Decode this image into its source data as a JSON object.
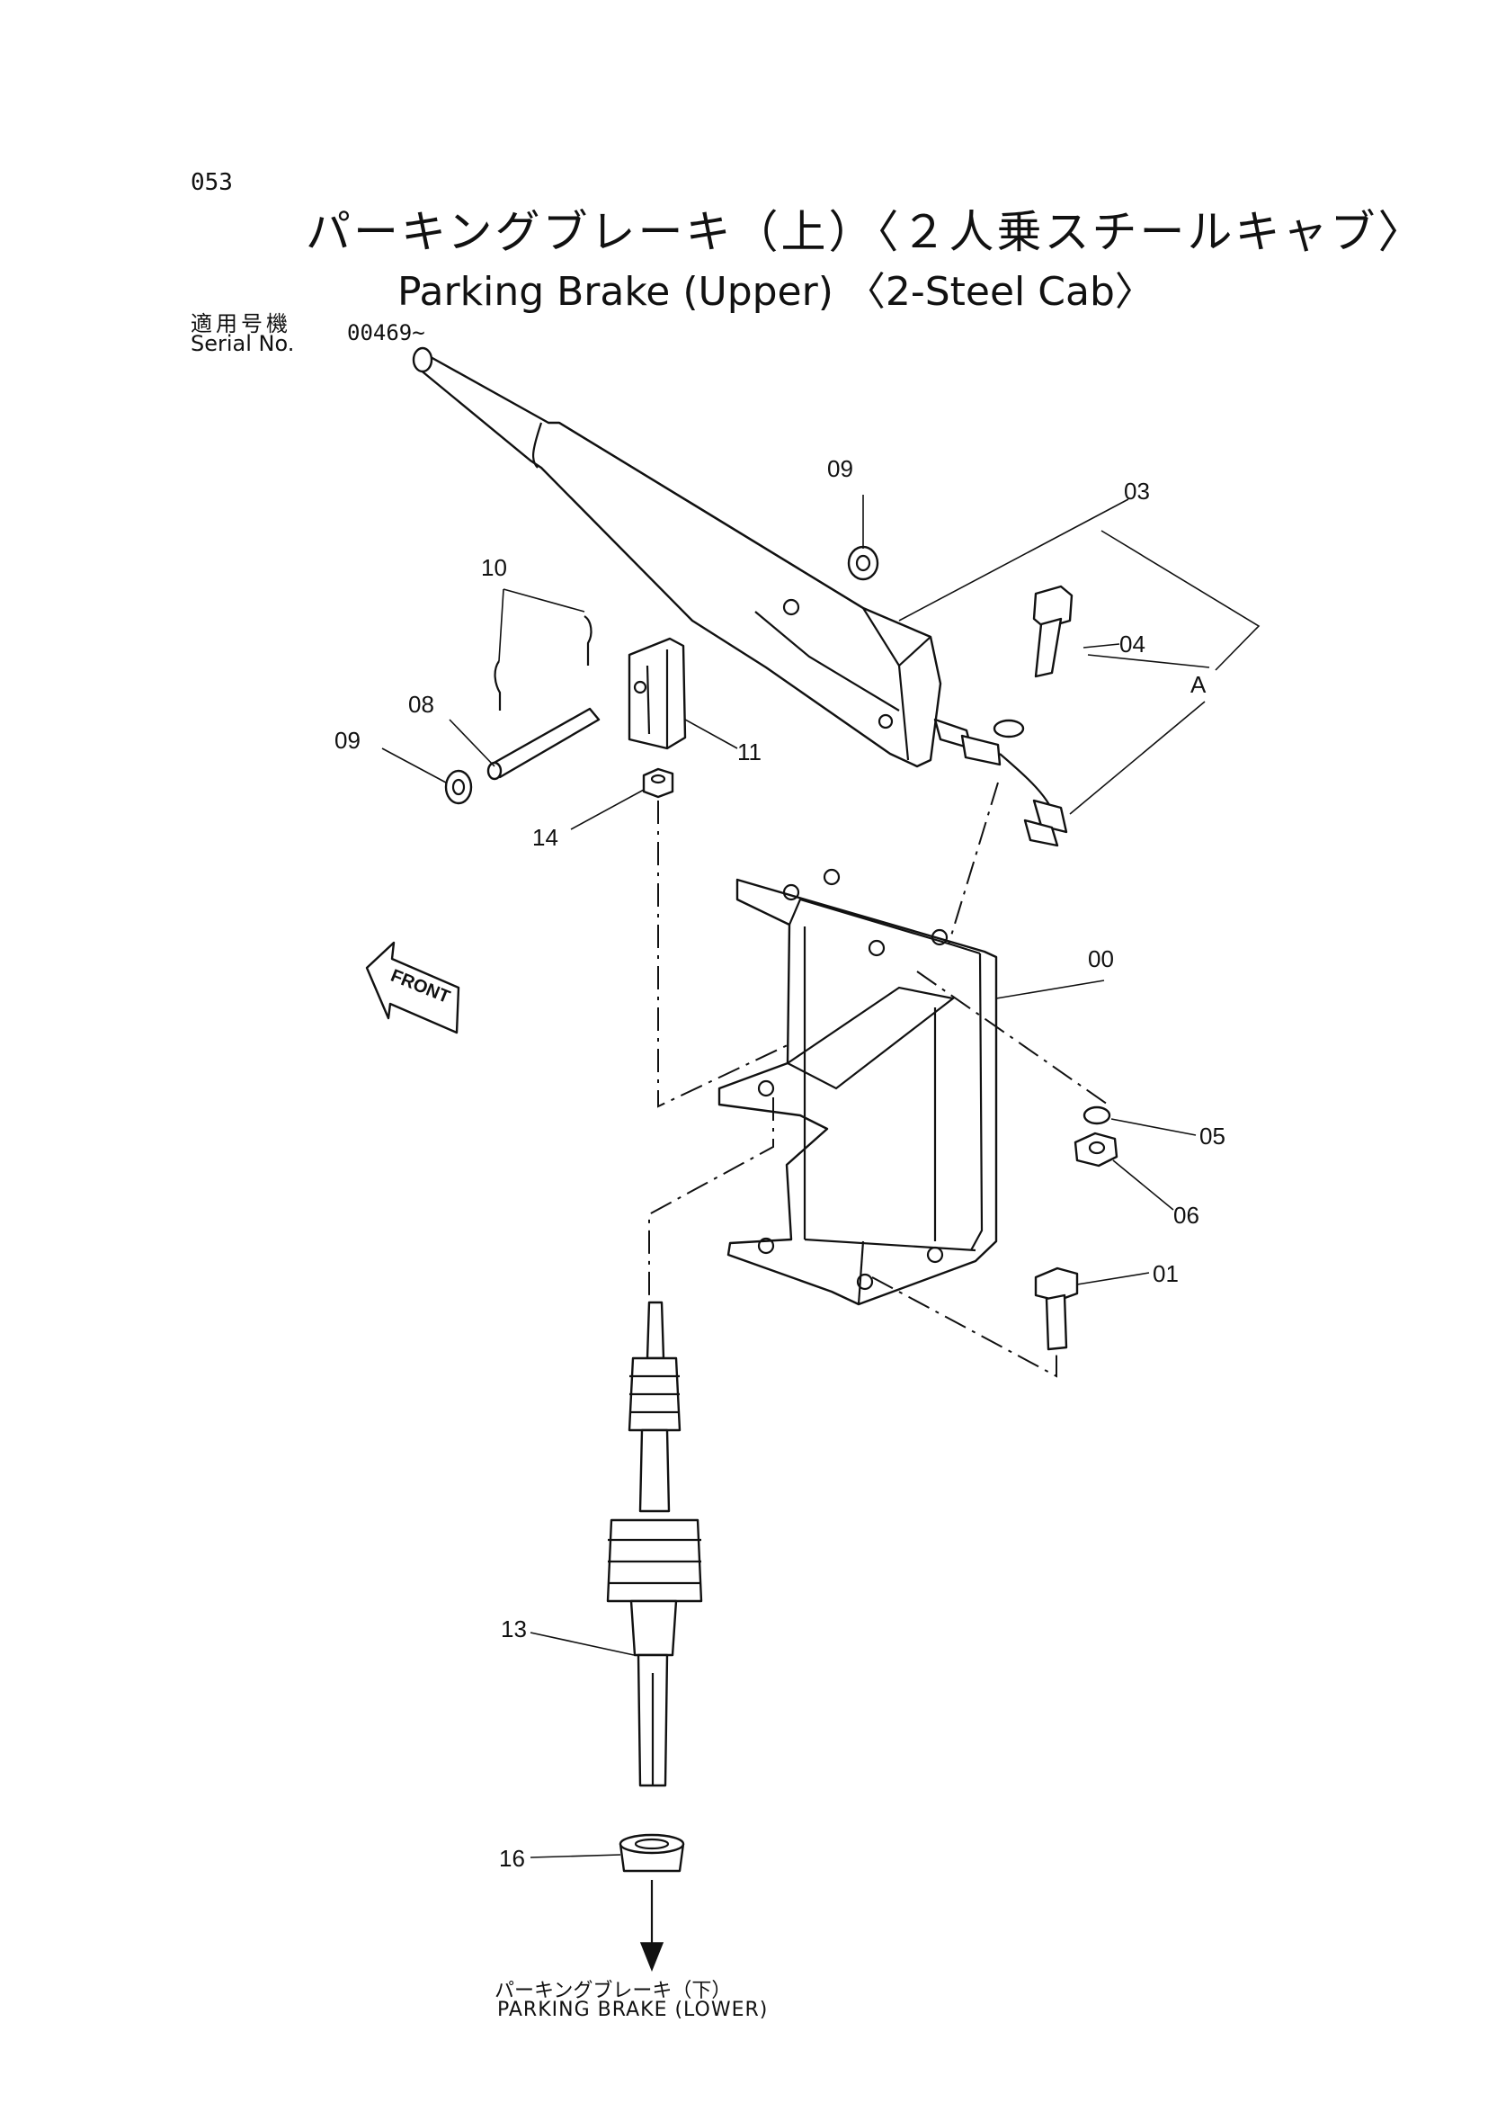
{
  "page_number": "053",
  "title_jp": "パーキングブレーキ（上）〈２人乗スチールキャブ〉",
  "title_en": "Parking Brake (Upper) 〈2-Steel Cab〉",
  "serial_label_jp": "適用号機",
  "serial_label_en": "Serial No.",
  "serial_value": "00469~",
  "front_label": "FRONT",
  "callouts": {
    "c00": "00",
    "c01": "01",
    "c03": "03",
    "c04": "04",
    "c05": "05",
    "c06": "06",
    "c08": "08",
    "c09a": "09",
    "c09b": "09",
    "c10": "10",
    "c11": "11",
    "c13": "13",
    "c14": "14",
    "c16": "16",
    "cA": "A"
  },
  "bottom_note_jp": "パーキングブレーキ（下）",
  "bottom_note_en": "PARKING BRAKE (LOWER)"
}
